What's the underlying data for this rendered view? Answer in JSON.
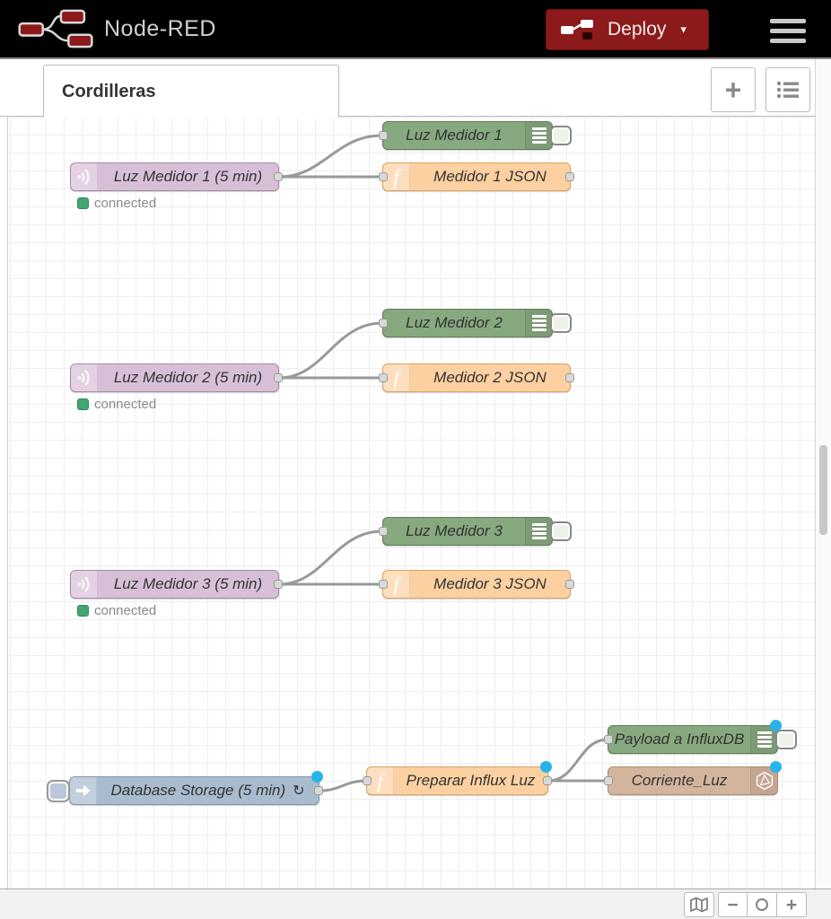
{
  "header": {
    "title": "Node-RED",
    "deploy_label": "Deploy",
    "deploy_chevron": "▾"
  },
  "tabs": {
    "active_label": "Cordilleras",
    "add_flow_glyph": "+"
  },
  "icons": {
    "function_glyph": "f"
  },
  "nodes": {
    "mqtt1": {
      "label": "Luz Medidor 1 (5 min)",
      "status": "connected"
    },
    "debug1": {
      "label": "Luz Medidor 1"
    },
    "func1": {
      "label": "Medidor 1 JSON"
    },
    "mqtt2": {
      "label": "Luz Medidor 2 (5 min)",
      "status": "connected"
    },
    "debug2": {
      "label": "Luz Medidor 2"
    },
    "func2": {
      "label": "Medidor 2 JSON"
    },
    "mqtt3": {
      "label": "Luz Medidor 3 (5 min)",
      "status": "connected"
    },
    "debug3": {
      "label": "Luz Medidor 3"
    },
    "func3": {
      "label": "Medidor 3 JSON"
    },
    "inject1": {
      "label": "Database Storage (5 min)",
      "repeat_glyph": "↻"
    },
    "func4": {
      "label": "Preparar Influx Luz"
    },
    "debug4": {
      "label": "Payload a InfluxDB"
    },
    "influx1": {
      "label": "Corriente_Luz"
    }
  },
  "footer": {
    "zoom_out_glyph": "−",
    "zoom_in_glyph": "+"
  },
  "colors": {
    "deploy_red": "#8C1A1A",
    "changed_dot_blue": "#28b4ea",
    "status_green": "#43a672",
    "wire_gray": "#999999",
    "mqtt_node": "#d8bfd8",
    "debug_node": "#87a980",
    "function_node": "#fdd0a2",
    "inject_node": "#a9bbcf",
    "influxdb_node": "#d3b59e"
  }
}
